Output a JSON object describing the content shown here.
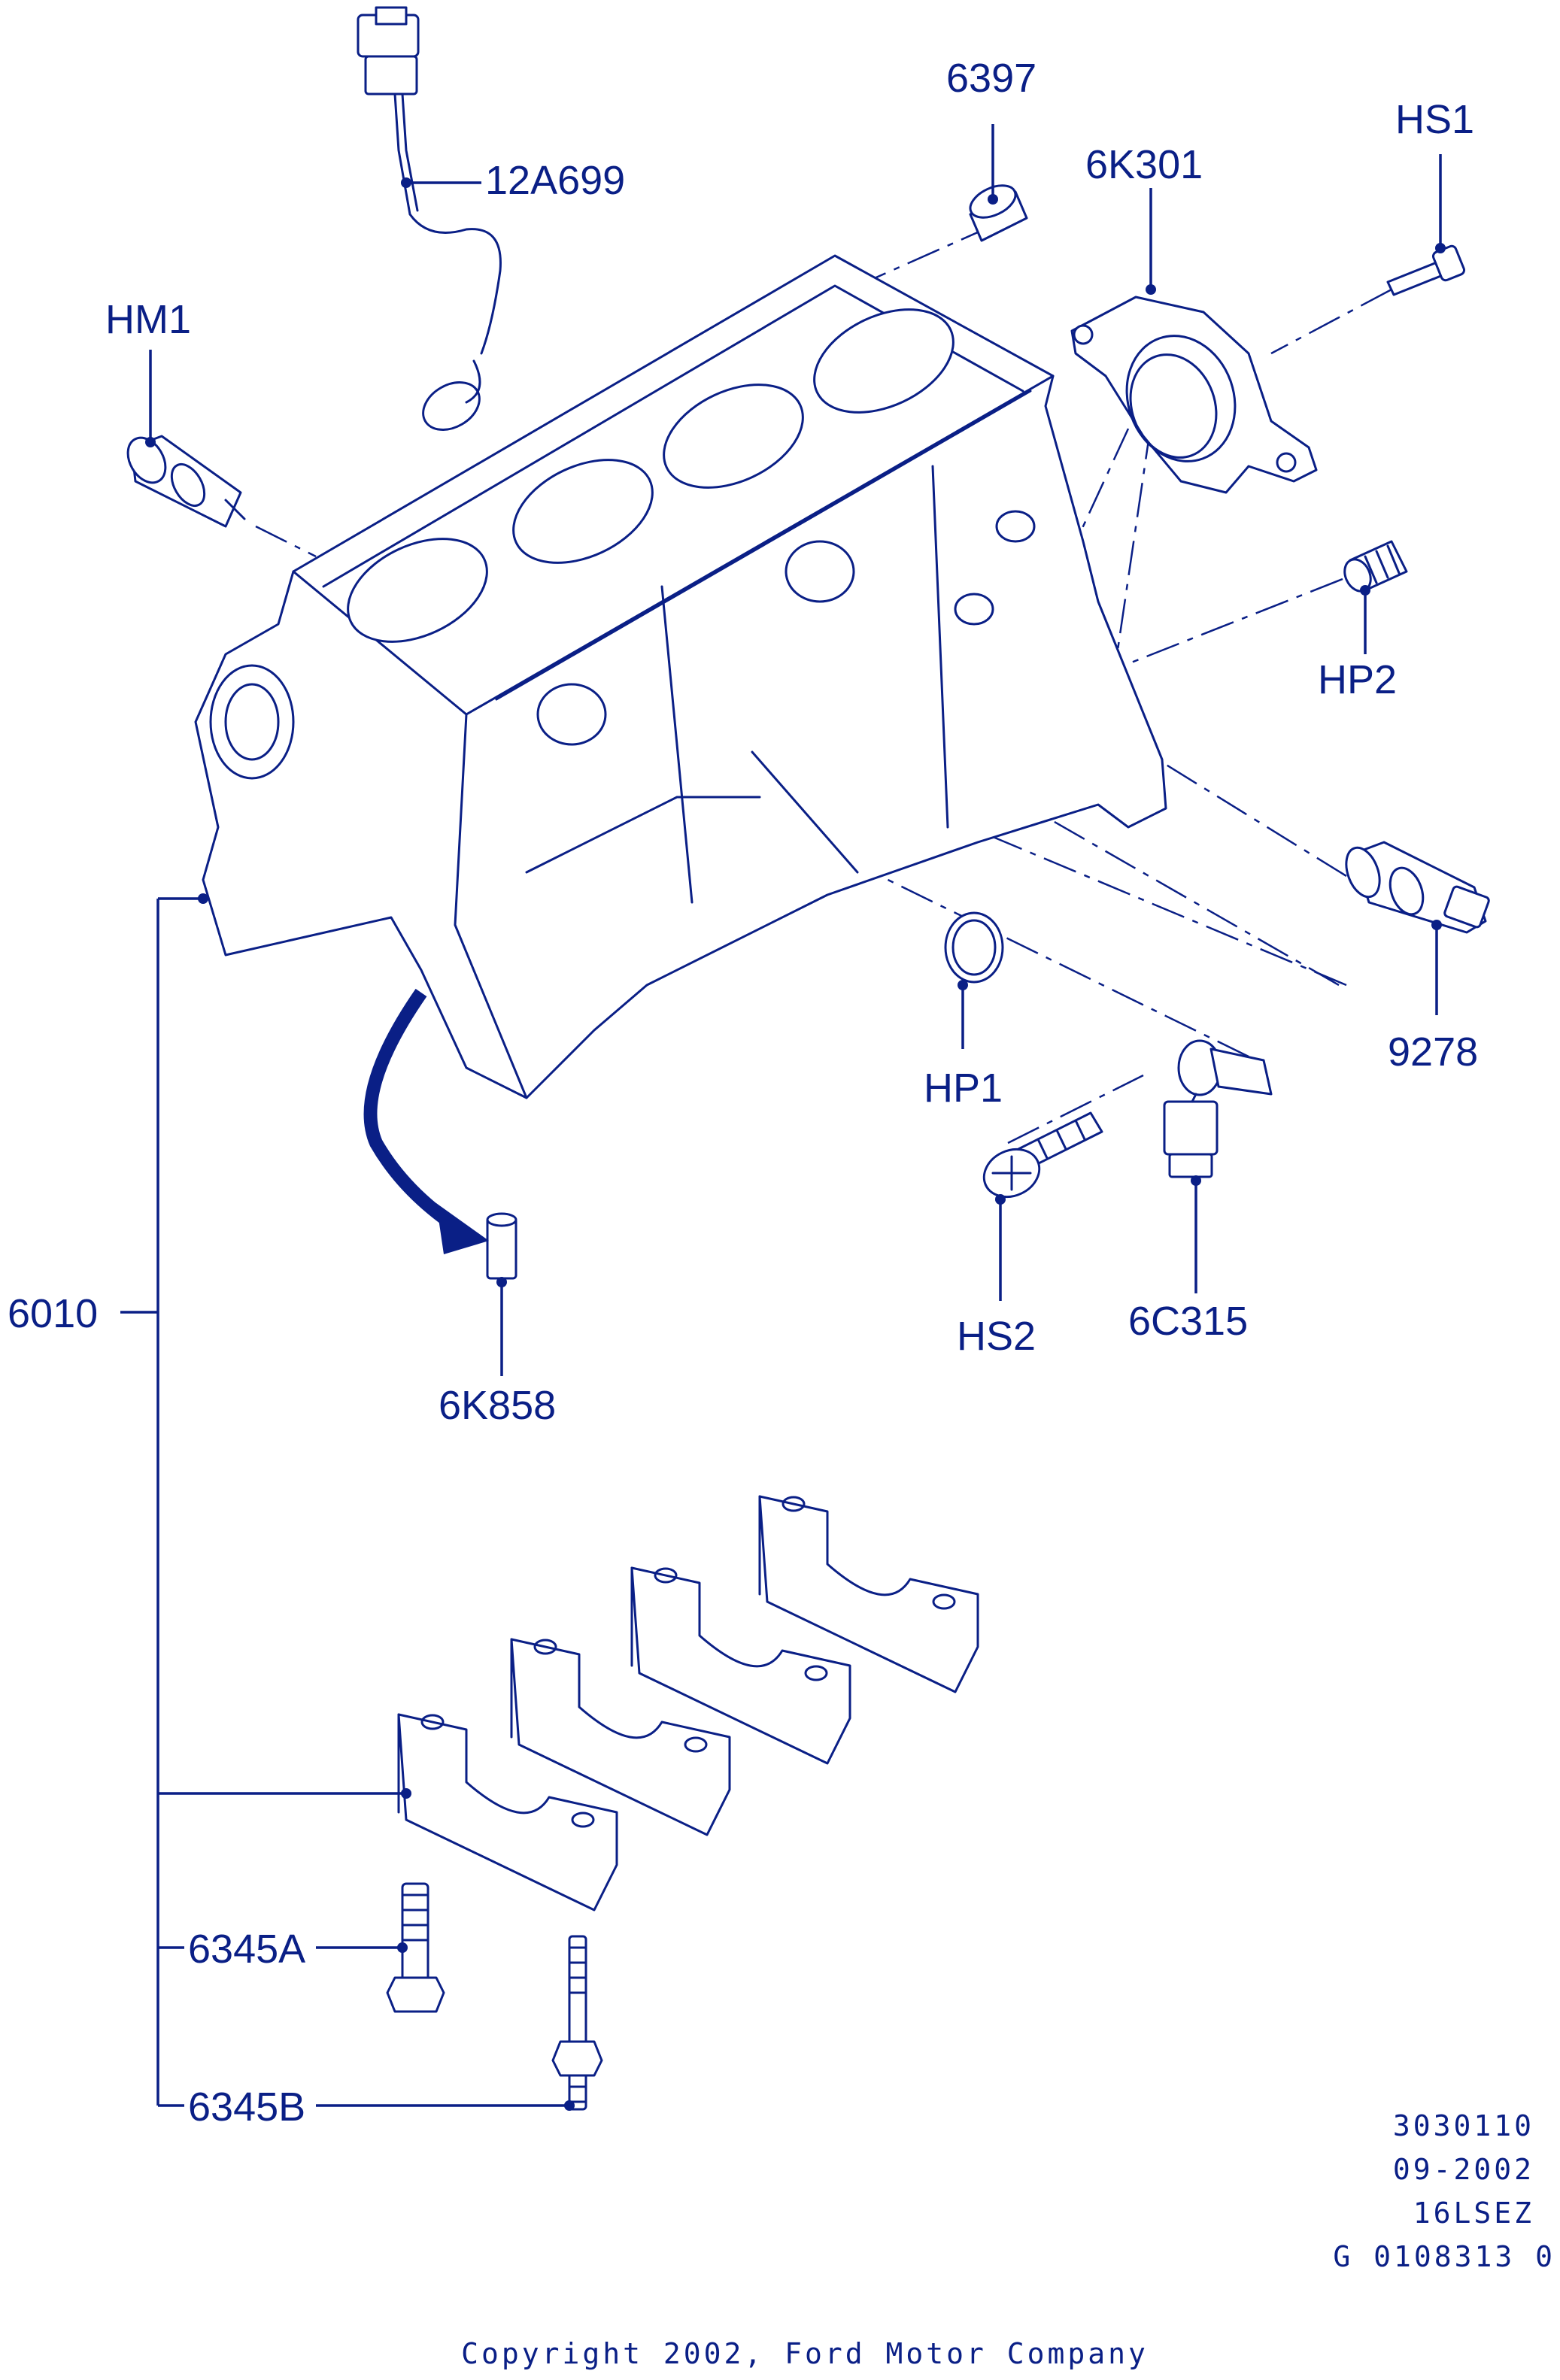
{
  "labels": {
    "knock_sensor": "12A699",
    "dowel_top": "6397",
    "rear_seal_housing": "6K301",
    "screw_hs1": "HS1",
    "sensor_hm1": "HM1",
    "plug_hp2": "HP2",
    "sender_9278": "9278",
    "plug_hp1": "HP1",
    "crank_sensor": "6C315",
    "screw_hs2": "HS2",
    "dowel_bottom": "6K858",
    "cylinder_block": "6010",
    "bolt_a": "6345A",
    "bolt_b": "6345B"
  },
  "footer": {
    "ref_number": "3030110",
    "date": "09-2002",
    "engine_code": "16LSEZ",
    "drawing_id": "G 0108313 0"
  },
  "copyright": "Copyright 2002, Ford Motor Company",
  "colors": {
    "ink": "#0a1f86",
    "background": "#ffffff"
  }
}
